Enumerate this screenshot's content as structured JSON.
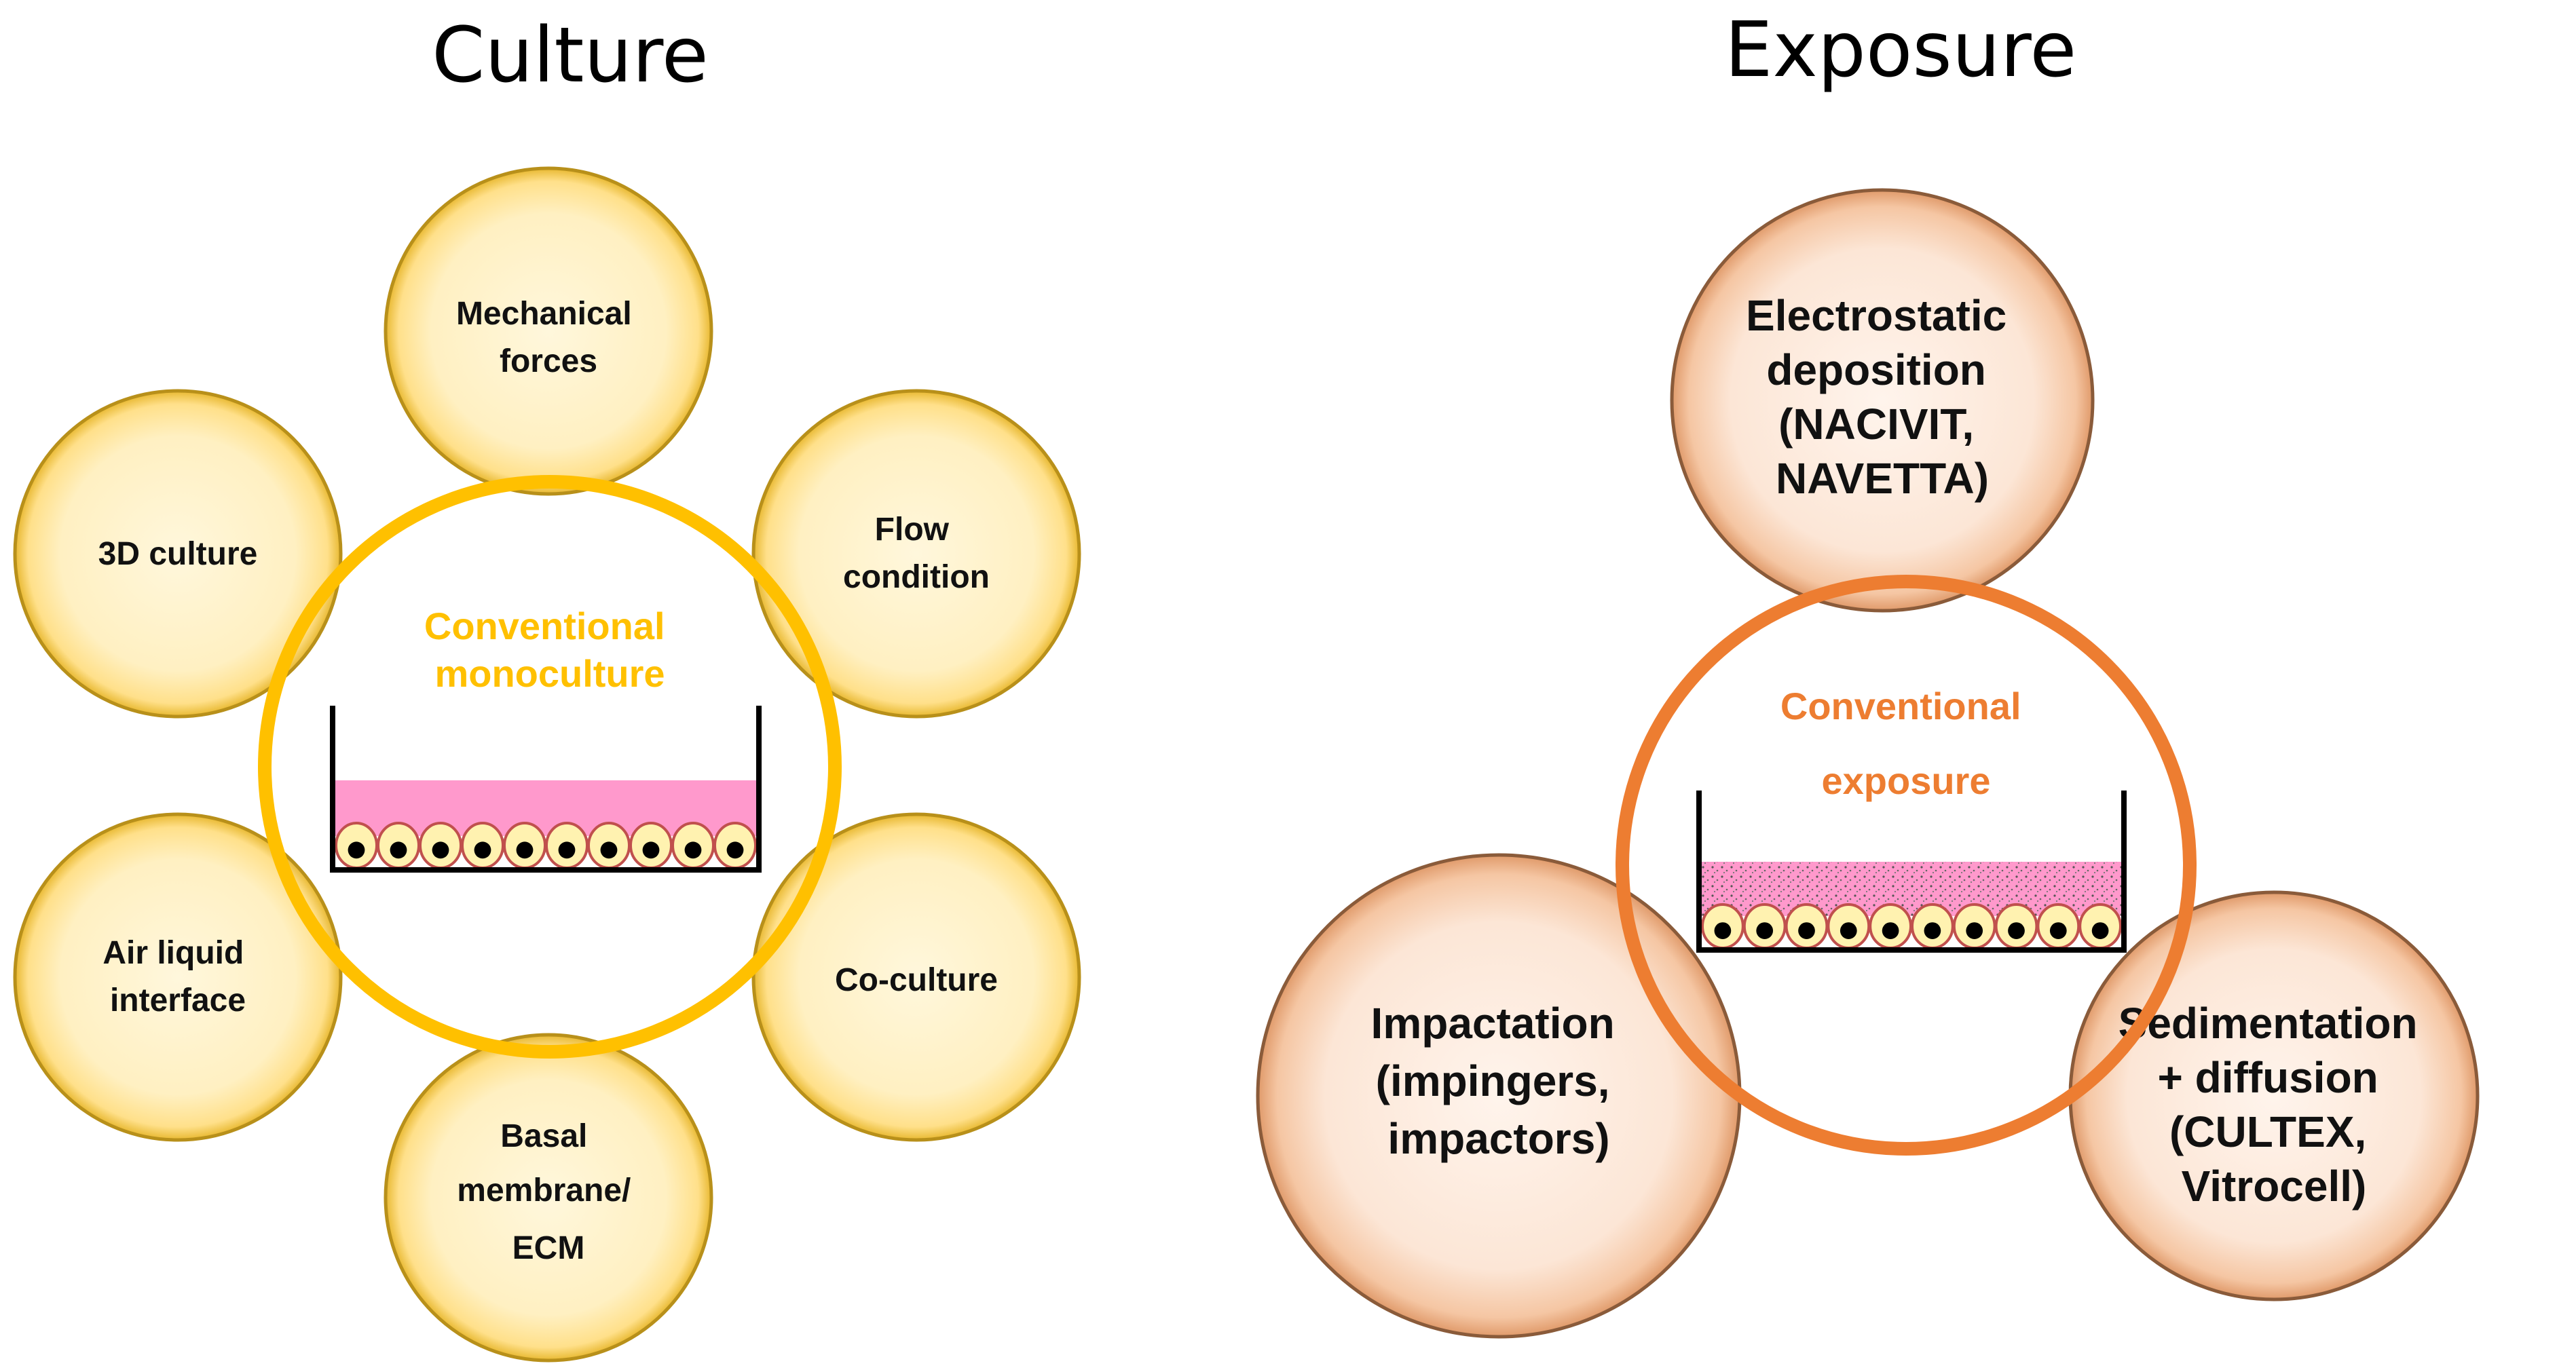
{
  "colors": {
    "culture_ring": "#FFC000",
    "exposure_ring": "#ED7D31",
    "medium_pink": "#FF99CC",
    "cell_fill": "#FFF2B0",
    "cell_edge": "#C0504D"
  },
  "culture": {
    "title": "Culture",
    "center": [
      "Conventional",
      "monoculture"
    ],
    "satellites": [
      {
        "name": "mechanical-forces",
        "lines": [
          "Mechanical",
          "forces"
        ]
      },
      {
        "name": "flow-condition",
        "lines": [
          "Flow",
          "condition"
        ]
      },
      {
        "name": "co-culture",
        "lines": [
          "Co-culture"
        ]
      },
      {
        "name": "basal-membrane-ecm",
        "lines": [
          "Basal",
          "membrane/",
          "ECM"
        ]
      },
      {
        "name": "air-liquid-interface",
        "lines": [
          "Air liquid",
          "interface"
        ]
      },
      {
        "name": "3d-culture",
        "lines": [
          "3D culture"
        ]
      }
    ]
  },
  "exposure": {
    "title": "Exposure",
    "center": [
      "Conventional",
      "exposure"
    ],
    "satellites": [
      {
        "name": "electrostatic-deposition",
        "lines": [
          "Electrostatic",
          "deposition",
          "(NACIVIT,",
          "NAVETTA)"
        ]
      },
      {
        "name": "impactation",
        "lines": [
          "Impactation",
          "(impingers,",
          "impactors)"
        ]
      },
      {
        "name": "sedimentation-diffusion",
        "lines": [
          "Sedimentation",
          "+ diffusion",
          "(CULTEX,",
          "Vitrocell)"
        ]
      }
    ]
  }
}
